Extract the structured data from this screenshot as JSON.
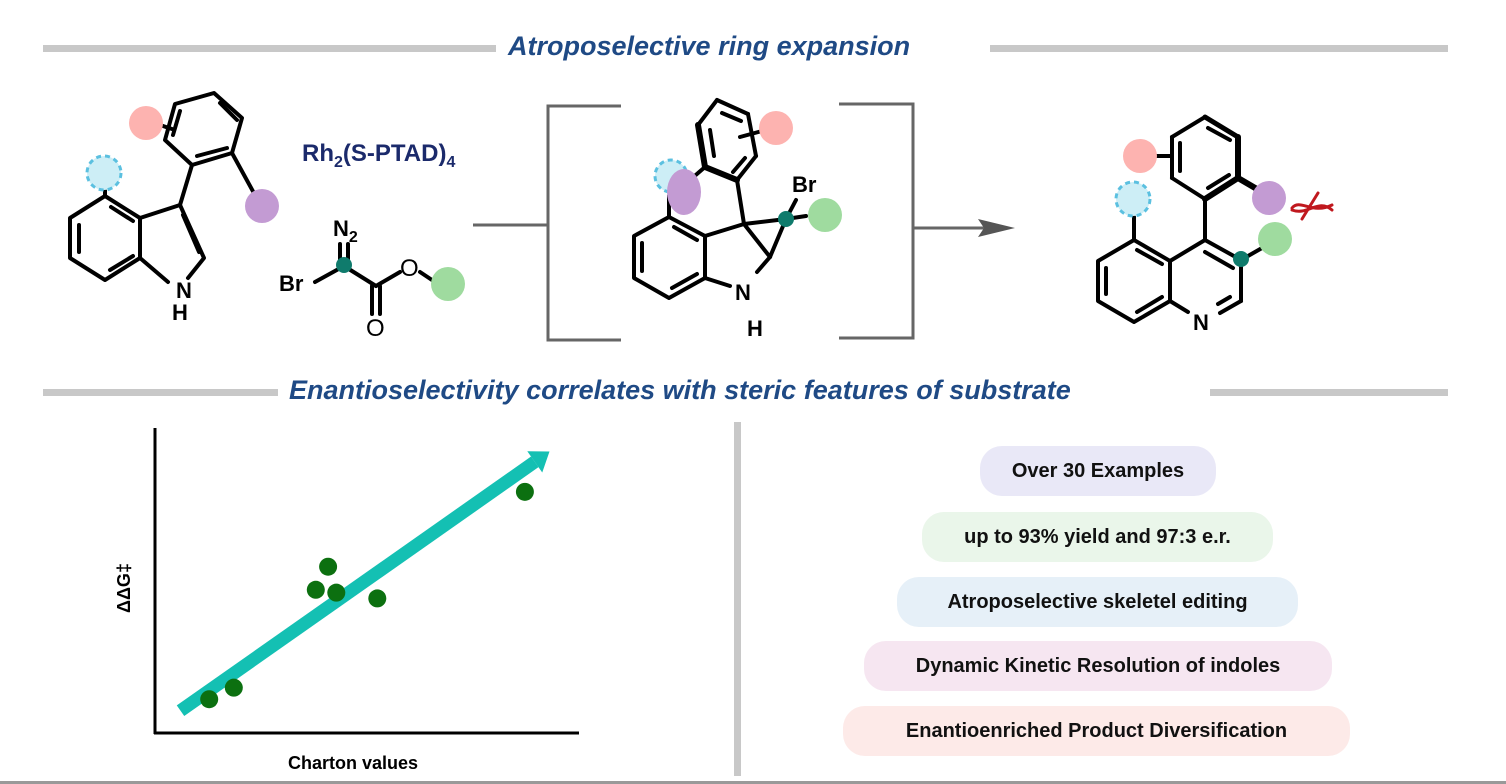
{
  "sections": {
    "top_title": "Atroposelective ring expansion",
    "bottom_title": "Enantioselectivity correlates with steric features of substrate"
  },
  "scheme": {
    "catalyst": {
      "main": "Rh",
      "sub1": "2",
      "mid": "(S-PTAD)",
      "sub2": "4"
    },
    "reagent_labels": {
      "n2": "N",
      "n2_sub": "2",
      "br": "Br",
      "o_ester": "O",
      "o_carbonyl": "O"
    },
    "substrate_labels": {
      "n": "N",
      "h": "H"
    },
    "intermediate_labels": {
      "br": "Br",
      "n": "N",
      "h": "H"
    },
    "product_labels": {
      "n": "N"
    },
    "colors": {
      "pink": "#fdb3b0",
      "purple": "#c39bd3",
      "lightblue": "#cdeef6",
      "lightblue_border": "#5bc0e0",
      "green": "#9fdb9f",
      "teal_dot": "#0f7b6c",
      "clash": "#c0181e",
      "title_blue": "#1f4a85",
      "catalyst_blue": "#1b2a6b"
    }
  },
  "chart_data": {
    "type": "scatter",
    "title": "",
    "xlabel": "Charton values",
    "ylabel": "ΔΔG‡",
    "xlim": [
      0,
      10
    ],
    "ylim": [
      0,
      10
    ],
    "grid": false,
    "legend": "none",
    "points": [
      {
        "x": 1.2,
        "y": 1.0
      },
      {
        "x": 1.8,
        "y": 1.4
      },
      {
        "x": 3.8,
        "y": 4.8
      },
      {
        "x": 4.1,
        "y": 5.6
      },
      {
        "x": 4.3,
        "y": 4.7
      },
      {
        "x": 5.3,
        "y": 4.5
      },
      {
        "x": 8.9,
        "y": 8.2
      }
    ],
    "trend_arrow": {
      "from": [
        0.5,
        0.6
      ],
      "to": [
        9.5,
        9.6
      ],
      "color": "#14c0b3"
    },
    "point_color": "#0c7010"
  },
  "highlights": [
    {
      "label": "Over 30 Examples",
      "bg": "#e9e8f7"
    },
    {
      "label": "up to 93% yield and 97:3 e.r.",
      "bg": "#eaf6ea"
    },
    {
      "label": "Atroposelective skeletel editing",
      "bg": "#e6f0f8"
    },
    {
      "label": "Dynamic Kinetic Resolution of indoles",
      "bg": "#f6e6f1"
    },
    {
      "label": "Enantioenriched Product Diversification",
      "bg": "#fdeae8"
    }
  ]
}
